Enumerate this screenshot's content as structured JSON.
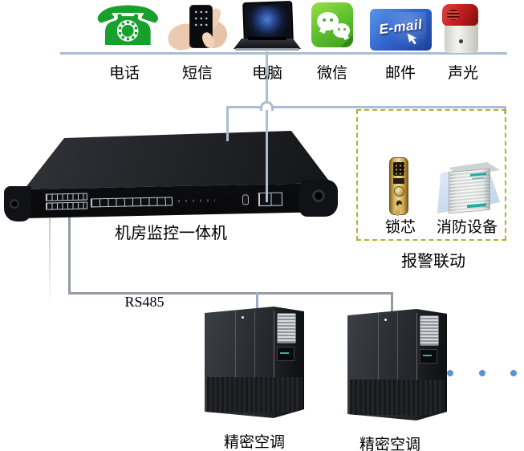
{
  "channels": {
    "items": [
      {
        "id": "phone",
        "label": "电话"
      },
      {
        "id": "sms",
        "label": "短信"
      },
      {
        "id": "computer",
        "label": "电脑"
      },
      {
        "id": "wechat",
        "label": "微信"
      },
      {
        "id": "email",
        "label": "邮件"
      },
      {
        "id": "sound-light",
        "label": "声光"
      }
    ]
  },
  "icons": {
    "phone_glyph": "☎",
    "email_text": "E-mail"
  },
  "monitor": {
    "label": "机房监控一体机"
  },
  "bus": {
    "label": "RS485"
  },
  "alarm_box": {
    "title": "报警联动",
    "lock_label": "锁芯",
    "fire_label": "消防设备"
  },
  "cabinets": {
    "items": [
      {
        "label": "精密空调"
      },
      {
        "label": "精密空调"
      }
    ],
    "ellipsis_dots": 3
  },
  "colors": {
    "connector_blue": "#a9bdd3",
    "connector_gray": "#949ba2",
    "dashed_border_olive": "#b2b02a",
    "ellipsis_dot_blue": "#5e92cc",
    "phone_green": "#18a02d",
    "wechat_green": "#62c330",
    "email_blue": "#2f63cc",
    "siren_red": "#c01d1d"
  }
}
